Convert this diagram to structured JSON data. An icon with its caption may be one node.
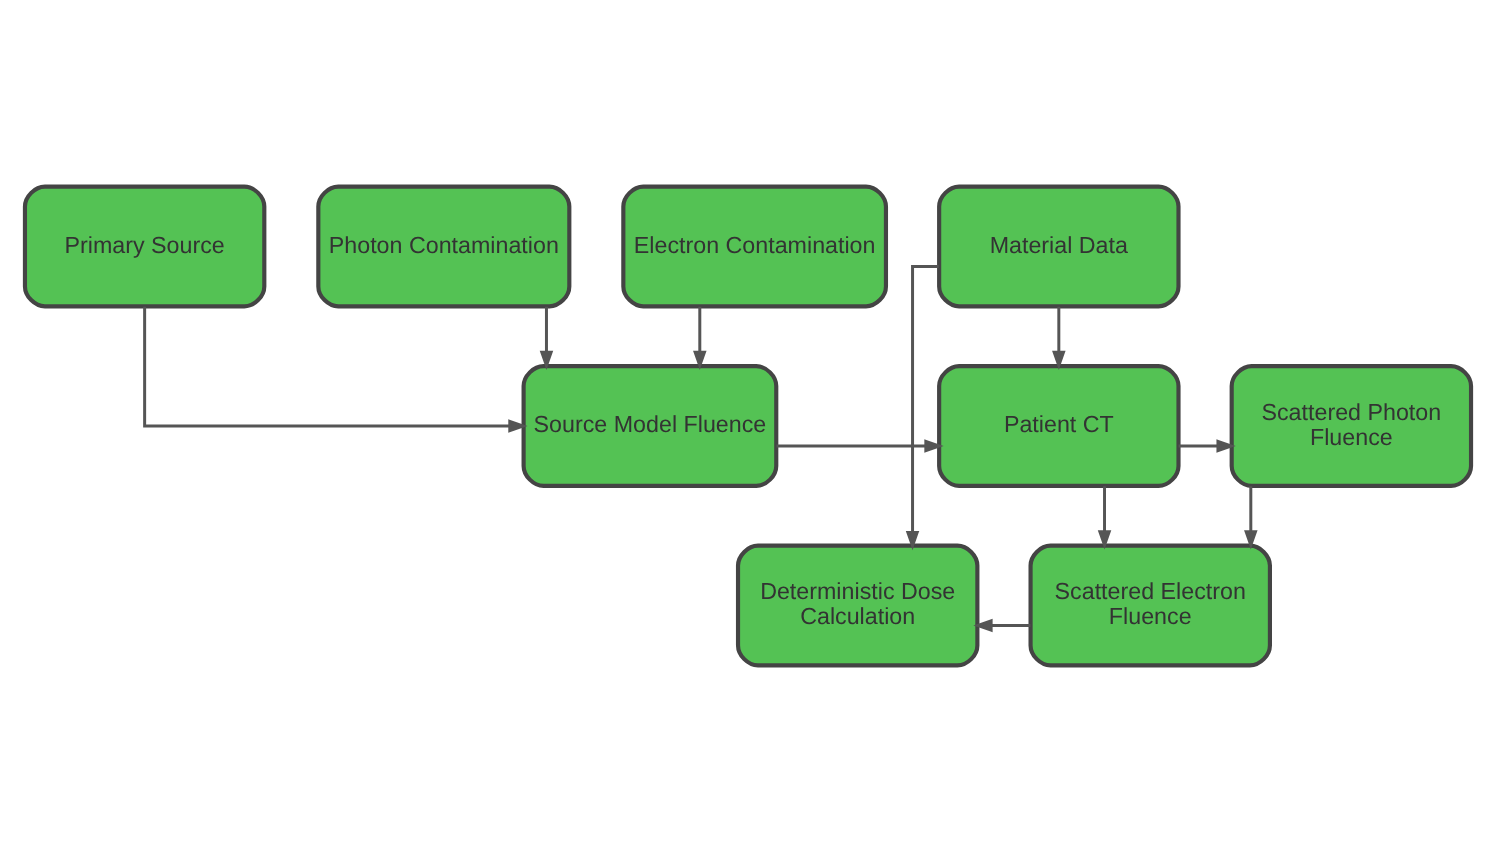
{
  "diagram": {
    "nodes": [
      {
        "text": [
          "Primary Source"
        ]
      },
      {
        "text": [
          "Photon Contamination"
        ]
      },
      {
        "text": [
          "Electron Contamination"
        ]
      },
      {
        "text": [
          "Material Data"
        ]
      },
      {
        "text": [
          "Source Model Fluence"
        ]
      },
      {
        "text": [
          "Patient CT"
        ]
      },
      {
        "text": [
          "Scattered Photon Fluence"
        ]
      },
      {
        "text": [
          "Deterministic Dose Calculation"
        ]
      },
      {
        "text": [
          "Scattered Electron Fluence"
        ]
      }
    ],
    "edges": [
      {
        "from": 0,
        "to": 4,
        "arrow": "to"
      },
      {
        "from": 1,
        "to": 4,
        "arrow": "to"
      },
      {
        "from": 2,
        "to": 4,
        "arrow": "to"
      },
      {
        "from": 3,
        "to": 5,
        "arrow": "to"
      },
      {
        "from": 3,
        "to": 7,
        "arrow": "to"
      },
      {
        "from": 4,
        "to": 5,
        "arrow": "to"
      },
      {
        "from": 5,
        "to": 6,
        "arrow": "to"
      },
      {
        "from": 5,
        "to": 8,
        "arrow": "to"
      },
      {
        "from": 6,
        "to": 8,
        "arrow": "to"
      },
      {
        "from": 8,
        "to": 7,
        "arrow": "to"
      }
    ]
  }
}
